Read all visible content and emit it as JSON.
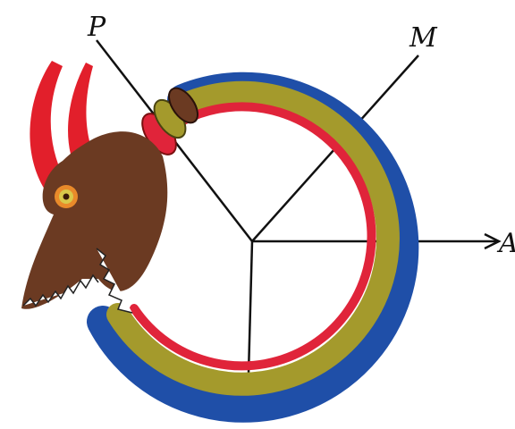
{
  "labels": {
    "top_left": "P",
    "top_right": "M",
    "right": "A"
  },
  "colors": {
    "background": "#ffffff",
    "outer_band": "#1f4fa8",
    "middle_band": "#a49a2c",
    "inner_band": "#e0243a",
    "head": "#6b3a22",
    "horns": "#e21f2b",
    "eye_outer": "#e98a2a",
    "eye_inner": "#d9c84a",
    "lines": "#111111",
    "teeth": "#ffffff"
  },
  "subject": {
    "creature": "ouroboros-serpent",
    "head_features": [
      "horns",
      "eye",
      "open-jaw-with-teeth"
    ]
  }
}
